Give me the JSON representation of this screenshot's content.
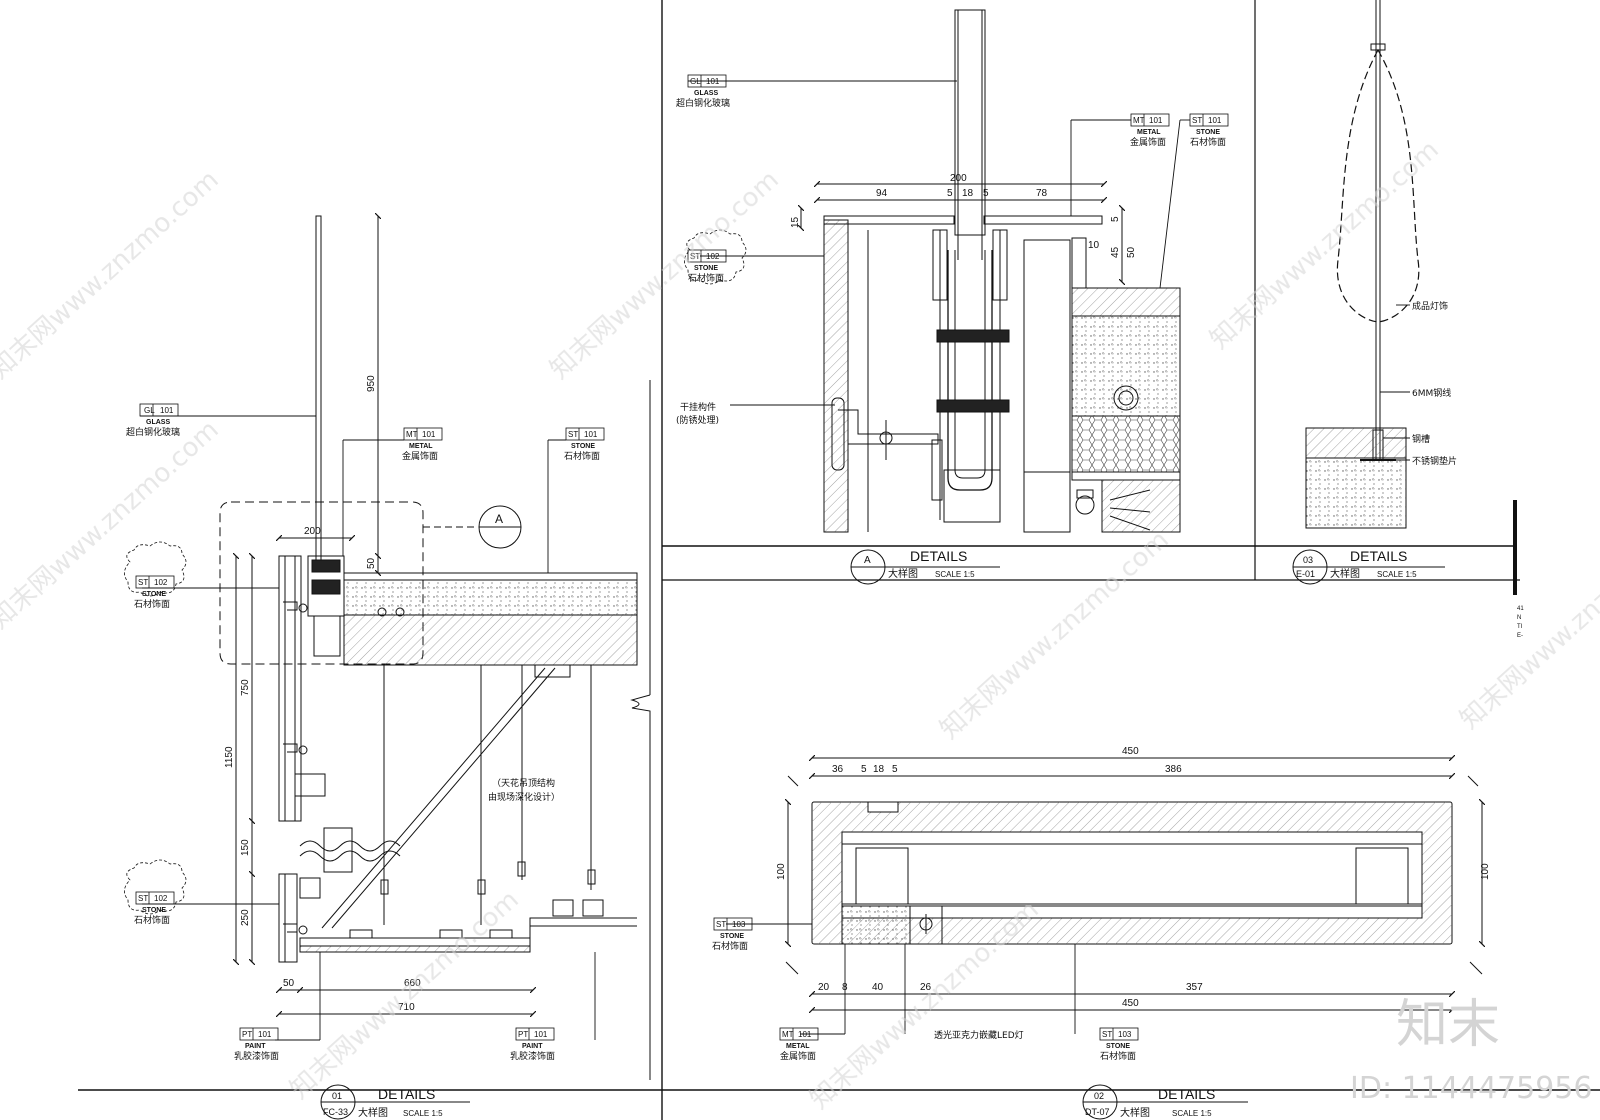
{
  "detail01": {
    "tags": {
      "glass": {
        "code": "GL",
        "num": "101",
        "en": "GLASS",
        "cn": "超白钢化玻璃"
      },
      "metal": {
        "code": "MT",
        "num": "101",
        "en": "METAL",
        "cn": "金属饰面"
      },
      "stone_top": {
        "code": "ST",
        "num": "101",
        "en": "STONE",
        "cn": "石材饰面"
      },
      "stone_left1": {
        "code": "ST",
        "num": "102",
        "en": "STONE",
        "cn": "石材饰面"
      },
      "stone_left2": {
        "code": "ST",
        "num": "102",
        "en": "STONE",
        "cn": "石材饰面"
      },
      "paint_left": {
        "code": "PT",
        "num": "101",
        "en": "PAINT",
        "cn": "乳胶漆饰面"
      },
      "paint_right": {
        "code": "PT",
        "num": "101",
        "en": "PAINT",
        "cn": "乳胶漆饰面"
      }
    },
    "dims": {
      "d200": "200",
      "d950": "950",
      "d50": "50",
      "d750": "750",
      "d1150": "1150",
      "d150": "150",
      "d250": "250",
      "d50b": "50",
      "d660": "660",
      "d710": "710"
    },
    "note": [
      "（天花吊顶结构",
      "由现场深化设计）"
    ],
    "callout": "A",
    "title": {
      "num": "01",
      "ref": "FC-33",
      "label": "DETAILS",
      "cn": "大样图",
      "scale": "SCALE 1:5"
    }
  },
  "detailA": {
    "tags": {
      "glass": {
        "code": "GL",
        "num": "101",
        "en": "GLASS",
        "cn": "超白钢化玻璃"
      },
      "metal": {
        "code": "MT",
        "num": "101",
        "en": "METAL",
        "cn": "金属饰面"
      },
      "stone_r": {
        "code": "ST",
        "num": "101",
        "en": "STONE",
        "cn": "石材饰面"
      },
      "stone_l": {
        "code": "ST",
        "num": "102",
        "en": "STONE",
        "cn": "石材饰面"
      }
    },
    "dims": {
      "total": "200",
      "d94": "94",
      "d5a": "5",
      "d18": "18",
      "d5b": "5",
      "d78": "78",
      "d15": "15",
      "d5c": "5",
      "d10": "10",
      "d45": "45",
      "d50": "50"
    },
    "note": [
      "干挂构件",
      "(防锈处理)"
    ],
    "title": {
      "num": "A",
      "label": "DETAILS",
      "cn": "大样图",
      "scale": "SCALE 1:5"
    }
  },
  "detail03": {
    "labels": {
      "lamp": "成品灯饰",
      "wire": "6MM钢线",
      "groove": "钢槽",
      "washer": "不锈钢垫片"
    },
    "title": {
      "num": "03",
      "ref": "E-01",
      "label": "DETAILS",
      "cn": "大样图",
      "scale": "SCALE 1:5"
    }
  },
  "detail02": {
    "tags": {
      "stone_l": {
        "code": "ST",
        "num": "103",
        "en": "STONE",
        "cn": "石材饰面"
      },
      "metal": {
        "code": "MT",
        "num": "101",
        "en": "METAL",
        "cn": "金属饰面"
      },
      "stone_b": {
        "code": "ST",
        "num": "103",
        "en": "STONE",
        "cn": "石材饰面"
      }
    },
    "dims": {
      "top450": "450",
      "t36": "36",
      "t5a": "5",
      "t18": "18",
      "t5b": "5",
      "t386": "386",
      "h100l": "100",
      "h100r": "100",
      "b20": "20",
      "b8": "8",
      "b40": "40",
      "b26": "26",
      "b357": "357",
      "b450": "450"
    },
    "led": "透光亚克力嵌藏LED灯",
    "title": {
      "num": "02",
      "ref": "DT-07",
      "label": "DETAILS",
      "cn": "大样图",
      "scale": "SCALE 1:5"
    }
  },
  "watermark": {
    "brand_cn": "知末",
    "id": "ID: 1144475956",
    "text": "知末网www.znzmo.com"
  },
  "edge_text": [
    "41",
    "N",
    "TI",
    "E-"
  ]
}
